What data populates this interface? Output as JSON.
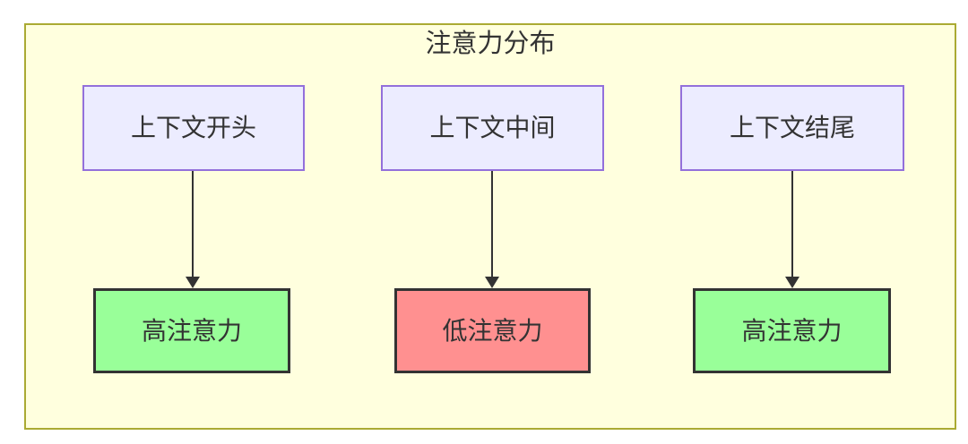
{
  "diagram": {
    "title": "注意力分布",
    "top_nodes": [
      {
        "label": "上下文开头"
      },
      {
        "label": "上下文中间"
      },
      {
        "label": "上下文结尾"
      }
    ],
    "bottom_nodes": [
      {
        "label": "高注意力",
        "level": "high"
      },
      {
        "label": "低注意力",
        "level": "low"
      },
      {
        "label": "高注意力",
        "level": "high"
      }
    ],
    "edges": [
      {
        "from": "上下文开头",
        "to": "高注意力"
      },
      {
        "from": "上下文中间",
        "to": "低注意力"
      },
      {
        "from": "上下文结尾",
        "to": "高注意力"
      }
    ],
    "colors": {
      "frame_background": "#FFFFDE",
      "frame_border": "#AAAA33",
      "source_node_fill": "#ECECFF",
      "source_node_border": "#9370DB",
      "high_attention_fill": "#99FF99",
      "low_attention_fill": "#FF9090",
      "result_node_border": "#333333",
      "arrow": "#333333",
      "text": "#333333"
    }
  }
}
